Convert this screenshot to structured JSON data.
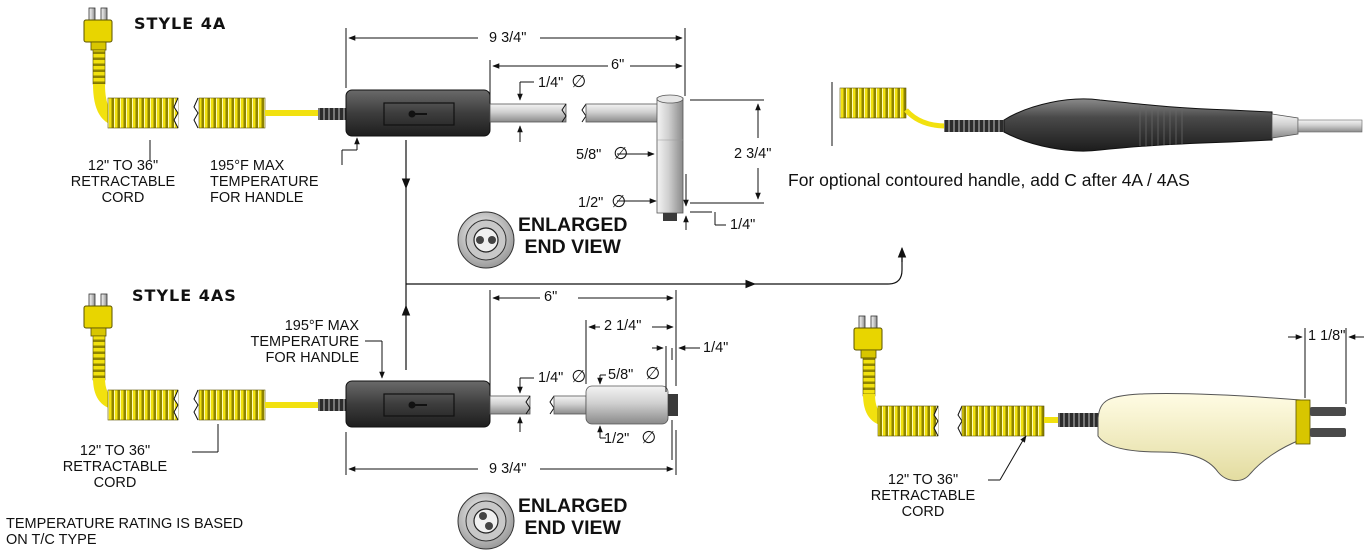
{
  "style_4a": {
    "title": "STYLE  4A",
    "cord_label": [
      "12\" TO 36\"",
      "RETRACTABLE",
      "CORD"
    ],
    "temp_label": [
      "195°F MAX",
      "TEMPERATURE",
      "FOR HANDLE"
    ],
    "dims": {
      "overall": "9 3/4\"",
      "probe_length": "6\"",
      "shaft_dia": "1/4\"",
      "tip_body_dia": "5/8\"",
      "drop_height": "2 3/4\"",
      "tip_dia": "1/2\"",
      "tip_length": "1/4\""
    }
  },
  "style_4as": {
    "title": "STYLE  4AS",
    "cord_label": [
      "12\" TO 36\"",
      "RETRACTABLE",
      "CORD"
    ],
    "temp_label": [
      "195°F MAX",
      "TEMPERATURE",
      "FOR HANDLE"
    ],
    "dims": {
      "overall": "9 3/4\"",
      "probe_length": "6\"",
      "body_length": "2 1/4\"",
      "shaft_dia": "1/4\"",
      "body_dia": "5/8\"",
      "tip_length": "1/4\"",
      "tip_dia": "1/2\""
    }
  },
  "diameter_symbol": "∅",
  "end_view_label": [
    "ENLARGED",
    "END VIEW"
  ],
  "contoured_note": "For optional contoured handle, add C after 4A / 4AS",
  "ergo": {
    "cord_label": [
      "12\" TO 36\"",
      "RETRACTABLE",
      "CORD"
    ],
    "tip_dim": "1 1/8\""
  },
  "footnote": [
    "TEMPERATURE RATING IS BASED",
    "ON T/C TYPE"
  ],
  "colors": {
    "cord_yellow": "#f2e10f",
    "cord_shadow": "#a89b00",
    "handle_dark": "#3a3a3a",
    "ergo_handle": "#f3efc4",
    "line": "#111111"
  }
}
